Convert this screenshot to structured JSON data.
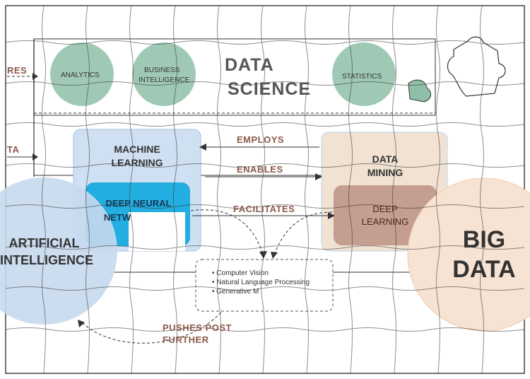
{
  "data_science": {
    "title_line1": "DATA",
    "title_line2": "SCIENCE",
    "circles": [
      "ANALYTICS",
      "BUSINESS",
      "INTELLIGENCE",
      "STATISTICS"
    ]
  },
  "left_labels": [
    "RES",
    "TA"
  ],
  "machine_learning": {
    "line1": "MACHINE",
    "line2": "LEARNING"
  },
  "deep_neural": {
    "line1": "DEEP NEURAL",
    "line2": "NETW"
  },
  "data_mining": {
    "line1": "DATA",
    "line2": "MINING"
  },
  "deep_learning": {
    "line1": "DEEP",
    "line2": "LEARNING"
  },
  "arrows": {
    "employs": "EMPLOYS",
    "enables": "ENABLES",
    "facilitates": "FACILITATES",
    "pushes_line1": "PUSHES POST",
    "pushes_line2": "FURTHER"
  },
  "ai": {
    "line1": "ARTIFICIAL",
    "line2": "INTELLIGENCE"
  },
  "big_data": {
    "line1": "BIG",
    "line2": "DATA"
  },
  "applications": [
    "Computer Vision",
    "Natural Language Processing",
    "Generative M"
  ],
  "colors": {
    "teal_circle": "#8fbfa8",
    "ml_box": "#cfe0f2",
    "dnn_box": "#22aee0",
    "mining_box": "#f2e2d2",
    "deep_learning_box": "#c49e90",
    "ai_circle": "#c7d9ee",
    "big_data_circle": "#f7e3d4",
    "arrow_label": "#8a5a4a"
  }
}
